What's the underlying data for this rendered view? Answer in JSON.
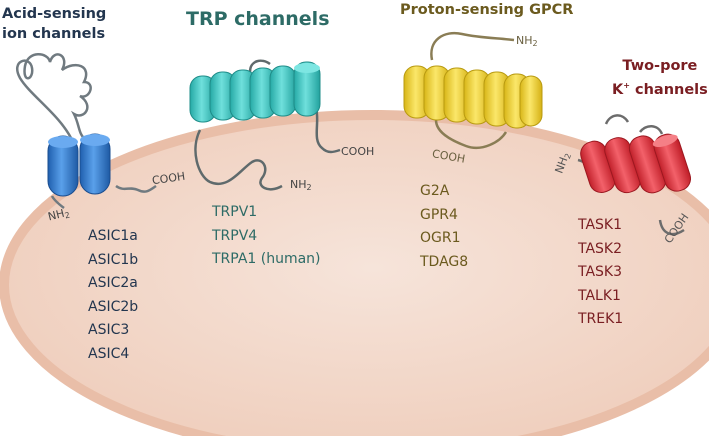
{
  "colors": {
    "cell_fill": "#f0d5c6",
    "cell_stroke": "#e7b9a2",
    "asic": "#2e74c8",
    "trp": "#3cc6c2",
    "gpcr": "#f0d22a",
    "k2p": "#e0303a",
    "text_dark_blue": "#23364f",
    "text_teal": "#2d6b66",
    "text_olive": "#6b5a1e",
    "text_red": "#7a1e22"
  },
  "groups": {
    "asic": {
      "title_line1": "Acid-sensing",
      "title_line2": "ion channels",
      "cooh": "COOH",
      "nh_base": "NH",
      "nh_sub": "2",
      "members": [
        "ASIC1a",
        "ASIC1b",
        "ASIC2a",
        "ASIC2b",
        "ASIC3",
        "ASIC4"
      ]
    },
    "trp": {
      "title": "TRP channels",
      "cooh": "COOH",
      "nh_base": "NH",
      "nh_sub": "2",
      "members": [
        "TRPV1",
        "TRPV4",
        "TRPA1 (human)"
      ]
    },
    "gpcr": {
      "title": "Proton-sensing GPCR",
      "cooh": "COOH",
      "nh_base": "NH",
      "nh_sub": "2",
      "members": [
        "G2A",
        "GPR4",
        "OGR1",
        "TDAG8"
      ]
    },
    "k2p": {
      "title_line1": "Two-pore",
      "title_line2_pre": "K",
      "title_line2_sup": "+",
      "title_line2_post": " channels",
      "cooh": "COOH",
      "nh_base": "NH",
      "nh_sub": "2",
      "members": [
        "TASK1",
        "TASK2",
        "TASK3",
        "TALK1",
        "TREK1"
      ]
    }
  }
}
